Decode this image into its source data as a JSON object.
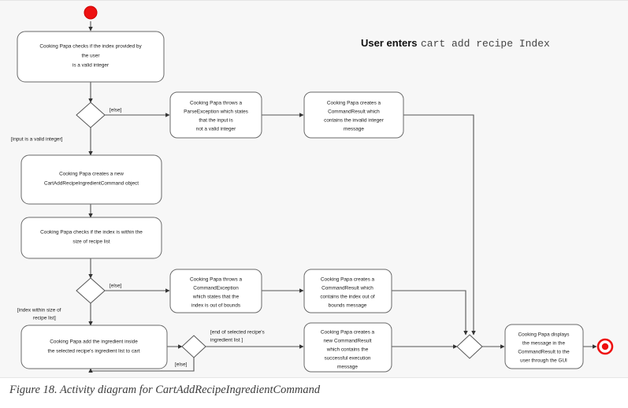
{
  "figure": {
    "caption": "Figure 18. Activity diagram for CartAddRecipeIngredientCommand"
  },
  "diagram": {
    "title_prefix": "User enters",
    "title_command": "cart add recipe Index",
    "background_color": "#f7f7f7",
    "start_node_color": "#ee1111",
    "end_node_color": "#ee1111",
    "line_color": "#555555",
    "box_fill": "#ffffff",
    "box_stroke": "#6a6a6a",
    "nodes": [
      {
        "id": "start",
        "type": "initial-node",
        "name": "start-node"
      },
      {
        "id": "check-integer",
        "type": "action",
        "name": "action-check-valid-integer",
        "lines": [
          "Cooking Papa checks if the index provided by",
          "the user",
          "is a valid integer"
        ]
      },
      {
        "id": "decision-integer",
        "type": "decision",
        "name": "decision-valid-integer"
      },
      {
        "id": "throw-parse-exception",
        "type": "action",
        "name": "action-throw-parse-exception",
        "lines": [
          "Cooking Papa throws a",
          "ParseException which states",
          "that the input is",
          "not a valid integer"
        ]
      },
      {
        "id": "result-invalid-integer",
        "type": "action",
        "name": "action-create-invalid-integer-result",
        "lines": [
          "Cooking Papa creates a",
          "CommandResult which",
          "contains the invalid integer",
          "message"
        ]
      },
      {
        "id": "create-command",
        "type": "action",
        "name": "action-create-command-object",
        "lines": [
          "Cooking Papa creates a new",
          "CartAddRecipeIngredientCommand object"
        ]
      },
      {
        "id": "check-index-range",
        "type": "action",
        "name": "action-check-index-within-size",
        "lines": [
          "Cooking Papa checks if the index is within the",
          "size of recipe list"
        ]
      },
      {
        "id": "decision-index-range",
        "type": "decision",
        "name": "decision-index-within-size"
      },
      {
        "id": "throw-command-exception",
        "type": "action",
        "name": "action-throw-command-exception",
        "lines": [
          "Cooking Papa throws a",
          "CommandException",
          "which states that the",
          "index is out of bounds"
        ]
      },
      {
        "id": "result-out-of-bounds",
        "type": "action",
        "name": "action-create-out-of-bounds-result",
        "lines": [
          "Cooking Papa creates a",
          "CommandResult which",
          "contains the index out of",
          "bounds message"
        ]
      },
      {
        "id": "add-ingredient",
        "type": "action",
        "name": "action-add-ingredient-to-cart",
        "lines": [
          "Cooking Papa add the ingredient inside",
          "the selected recipe's ingredient list to cart"
        ]
      },
      {
        "id": "decision-end-of-list",
        "type": "decision",
        "name": "decision-end-of-ingredient-list"
      },
      {
        "id": "result-success",
        "type": "action",
        "name": "action-create-success-result",
        "lines": [
          "Cooking Papa creates a",
          "new CommandResult",
          "which contains the",
          "successful execution",
          "message"
        ]
      },
      {
        "id": "merge",
        "type": "decision",
        "name": "merge-node"
      },
      {
        "id": "display-message",
        "type": "action",
        "name": "action-display-message-gui",
        "lines": [
          "Cooking Papa displays",
          "the message in the",
          "CommandResult to the",
          "user through the GUI"
        ]
      },
      {
        "id": "end",
        "type": "final-node",
        "name": "end-node"
      }
    ],
    "guards": [
      {
        "name": "guard-else-integer",
        "lines": [
          "[else]"
        ]
      },
      {
        "name": "guard-input-valid-integer",
        "lines": [
          "[input is a valid integer]"
        ]
      },
      {
        "name": "guard-else-index",
        "lines": [
          "[else]"
        ]
      },
      {
        "name": "guard-index-within-size",
        "lines": [
          "[index within size of",
          "recipe list]"
        ]
      },
      {
        "name": "guard-end-of-list",
        "lines": [
          "[end of selected recipe's",
          "ingredient list ]"
        ]
      },
      {
        "name": "guard-else-loop",
        "lines": [
          "[else]"
        ]
      }
    ]
  }
}
